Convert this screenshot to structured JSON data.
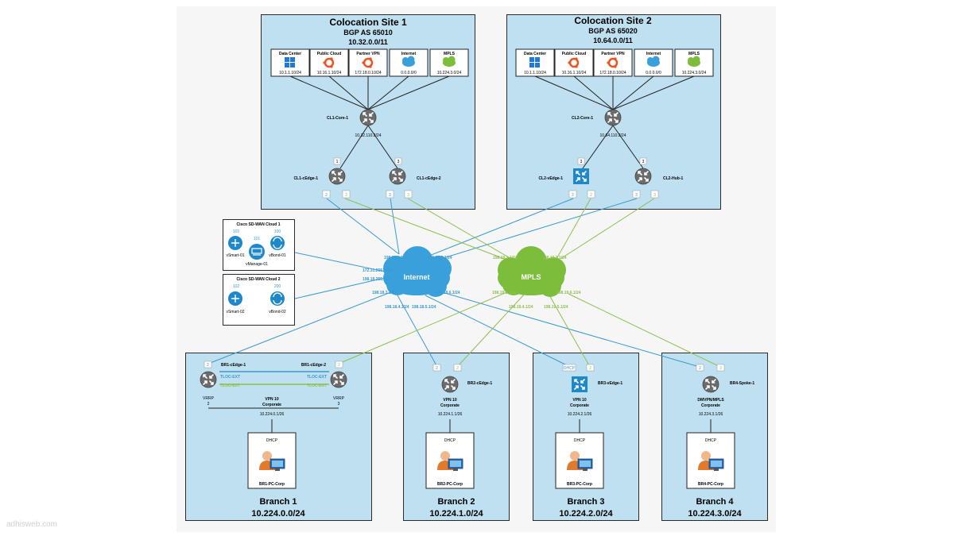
{
  "watermark": "adhisweb.com",
  "colo1": {
    "title": "Colocation Site 1",
    "asn": "BGP AS 65010",
    "prefix": "10.32.0.0/11",
    "services": [
      {
        "name": "Data Center",
        "addr": "10.1.1.10/24",
        "icon": "windows-icon"
      },
      {
        "name": "Public Cloud",
        "addr": "10.16.1.10/24",
        "icon": "ubuntu-icon"
      },
      {
        "name": "Partner VPN",
        "addr": "172.18.0.10/24",
        "icon": "ubuntu-icon"
      },
      {
        "name": "Internet",
        "addr": "0.0.0.0/0",
        "icon": "cloud-icon"
      },
      {
        "name": "MPLS",
        "addr": "10.224.3.0/24",
        "icon": "green-cloud-icon"
      }
    ],
    "core": "CL1-Core-1",
    "core_ip": "10.32.110.2/24",
    "edge1": "CL1-cEdge-1",
    "edge2": "CL1-cEdge-2",
    "e1_up": "1",
    "e2_up": "3",
    "e1_ports": [
      "2",
      "2"
    ],
    "e2_ports": [
      "3",
      "3"
    ]
  },
  "colo2": {
    "title": "Colocation Site 2",
    "asn": "BGP AS 65020",
    "prefix": "10.64.0.0/11",
    "services": [
      {
        "name": "Data Center",
        "addr": "10.1.1.10/24",
        "icon": "windows-icon"
      },
      {
        "name": "Public Cloud",
        "addr": "10.16.1.10/24",
        "icon": "ubuntu-icon"
      },
      {
        "name": "Partner VPN",
        "addr": "172.18.0.10/24",
        "icon": "ubuntu-icon"
      },
      {
        "name": "Internet",
        "addr": "0.0.0.0/0",
        "icon": "cloud-icon"
      },
      {
        "name": "MPLS",
        "addr": "10.224.3.0/24",
        "icon": "green-cloud-icon"
      }
    ],
    "core": "CL2-Core-1",
    "core_ip": "10.64.110.2/24",
    "edge1": "CL2-vEdge-1",
    "edge2": "CL2-Hub-1",
    "e1_up": "3",
    "e2_up": "3",
    "e1_ports": [
      "2",
      "2"
    ],
    "e2_ports": [
      "3",
      "3"
    ]
  },
  "cloud1": {
    "title": "Cisco SD-WAN Cloud 1",
    "vsmart": "vSmart-01",
    "vmanage": "vManage-01",
    "vbond": "vBond-01",
    "n1": "102",
    "n2": "101",
    "n3": "100"
  },
  "cloud2": {
    "title": "Cisco SD-WAN Cloud 2",
    "vsmart": "vSmart-02",
    "vbond": "vBond-02",
    "n1": "102",
    "n2": "200"
  },
  "internet": {
    "label": "Internet",
    "ips": {
      "top_left": "198.18.1.1/24",
      "top_right": "198.18.2.1/24",
      "left_a": "172.31.255.1/24",
      "left_b": "198.18.255.1/24",
      "bl1": "198.18.3.1/24",
      "bl2": "198.18.4.1/24",
      "b1": "198.18.5.1/24",
      "b2": "198.18.6.1/24"
    }
  },
  "mpls": {
    "label": "MPLS",
    "ips": {
      "top_left": "198.19.1.1/24",
      "top_right": "198.19.2.1/24",
      "bl": "198.19.3.1/24",
      "b1": "198.19.4.1/24",
      "b2": "198.19.5.1/24",
      "br": "198.19.6.1/24"
    }
  },
  "branches": [
    {
      "title": "Branch 1",
      "prefix": "10.224.0.0/24",
      "router1": "BR1-cEdge-1",
      "router2": "BR1-cEdge-2",
      "vrrp1": "VRRP",
      "vrrp1_num": "2",
      "vrrp2": "VRRP",
      "vrrp2_num": "3",
      "tloc1": "TLOC-EXT",
      "tloc2": "TLOC-EXT",
      "tloc3": "TLOC-EXT",
      "tloc4": "TLOC-EXT",
      "vpn": "VPN 10",
      "vpn_name": "Corporate",
      "lan": "10.224.0.1/26",
      "dhcp": "DHCP",
      "pc": "BR1-PC-Corp",
      "p1": "2",
      "p2": "2"
    },
    {
      "title": "Branch 2",
      "prefix": "10.224.1.0/24",
      "router1": "BR2-cEdge-1",
      "vpn": "VPN 10",
      "vpn_name": "Corporate",
      "lan": "10.224.1.1/26",
      "dhcp": "DHCP",
      "pc": "BR2-PC-Corp",
      "p1": "2",
      "p2": "2"
    },
    {
      "title": "Branch 3",
      "prefix": "10.224.2.0/24",
      "router1": "BR3-vEdge-1",
      "vpn": "VPN 10",
      "vpn_name": "Corporate",
      "lan": "10.224.2.1/26",
      "dhcp": "DHCP",
      "pc": "BR3-PC-Corp",
      "p1": "DHCP",
      "p2": "2"
    },
    {
      "title": "Branch 4",
      "prefix": "10.224.3.0/24",
      "router1": "BR4-Spoke-1",
      "vpn": "DMVPN/MPLS",
      "vpn_name": "Corporate",
      "lan": "10.224.3.1/26",
      "dhcp": "DHCP",
      "pc": "BR4-PC-Corp",
      "p1": "2",
      "p2": "3"
    }
  ],
  "colors": {
    "internet_link": "#3a9ad0",
    "mpls_link": "#8fbf4e",
    "site_fill": "#bfe0f1",
    "router": "#6b6b6b",
    "vedge": "#1e88c8",
    "internet_cloud": "#3aa0dc",
    "mpls_cloud": "#7dbd3c"
  }
}
